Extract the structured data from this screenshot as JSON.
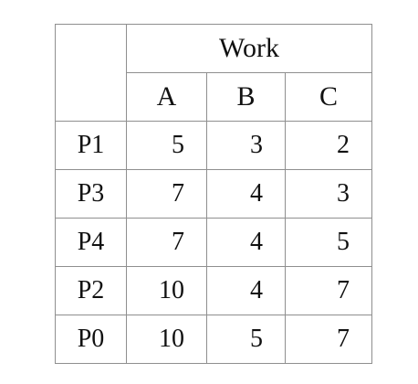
{
  "table": {
    "group_header": "Work",
    "column_headers": [
      "A",
      "B",
      "C"
    ],
    "rows": [
      {
        "label": "P1",
        "values": [
          "5",
          "3",
          "2"
        ]
      },
      {
        "label": "P3",
        "values": [
          "7",
          "4",
          "3"
        ]
      },
      {
        "label": "P4",
        "values": [
          "7",
          "4",
          "5"
        ]
      },
      {
        "label": "P2",
        "values": [
          "10",
          "4",
          "7"
        ]
      },
      {
        "label": "P0",
        "values": [
          "10",
          "5",
          "7"
        ]
      }
    ]
  }
}
